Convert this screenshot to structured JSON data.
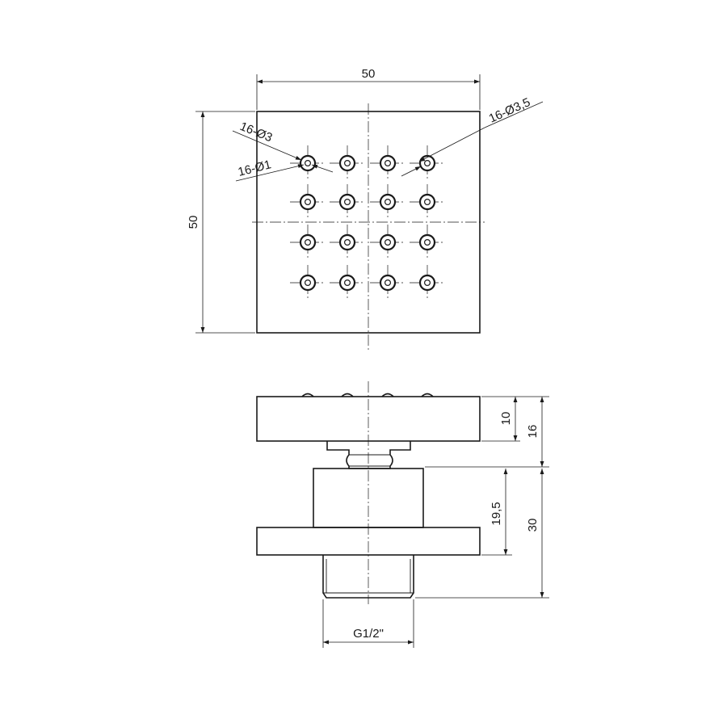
{
  "drawing": {
    "top_view": {
      "width_label": "50",
      "height_label": "50",
      "hole_outer_label": "16-Ø3",
      "hole_inner_label": "16-Ø1",
      "hole_right_label": "16-Ø3,5",
      "hole_grid": {
        "rows": 4,
        "cols": 4
      }
    },
    "side_view": {
      "head_thickness_label": "10",
      "head_total_label": "16",
      "body_height_label": "19,5",
      "lower_total_label": "30",
      "thread_label": "G1/2\""
    },
    "colors": {
      "line": "#1a1a1a",
      "background": "#ffffff"
    }
  }
}
